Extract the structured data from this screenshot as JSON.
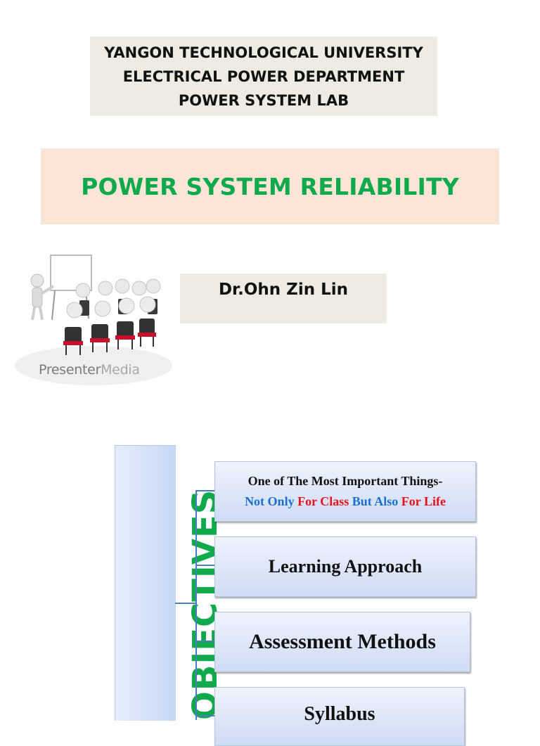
{
  "header": {
    "line1": "YANGON TECHNOLOGICAL UNIVERSITY",
    "line2": "ELECTRICAL POWER DEPARTMENT",
    "line3": "POWER SYSTEM LAB"
  },
  "title": "POWER SYSTEM RELIABILITY",
  "author": "Dr.Ohn Zin Lin",
  "logo": {
    "part1": "Presenter",
    "part2": "Media"
  },
  "objectives": {
    "heading": "OBJECTIVES",
    "item1": {
      "line1": "One of The Most Important Things-",
      "parts": [
        "Not Only",
        "For Class",
        "But Also",
        "For Life"
      ]
    },
    "item2": "Learning Approach",
    "item3": "Assessment Methods",
    "item4": "Syllabus"
  },
  "colors": {
    "title_green": "#10a94b",
    "blue_text": "#1a6fd0",
    "red_text": "#e8101c",
    "header_bg": "#eeece2",
    "title_bg": "#fbe5d6"
  }
}
